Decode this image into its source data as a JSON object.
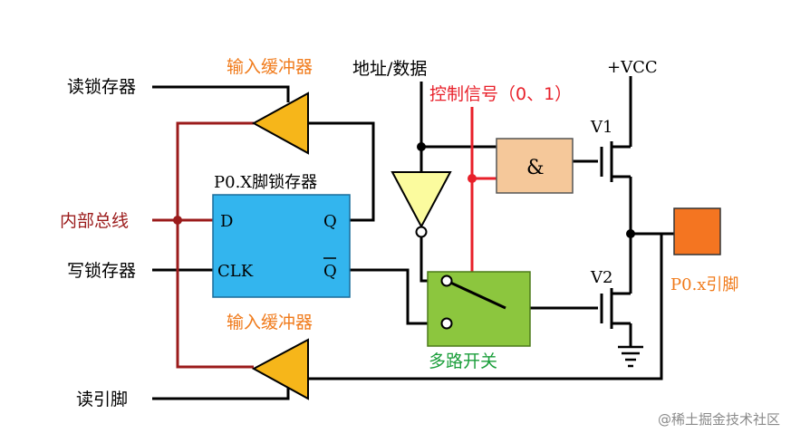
{
  "labels": {
    "read_latch": "读锁存器",
    "input_buffer_top": "输入缓冲器",
    "addr_data": "地址/数据",
    "vcc": "+VCC",
    "control_signal": "控制信号（0、1）",
    "v1": "V1",
    "latch_title": "P0.X脚锁存器",
    "internal_bus": "内部总线",
    "latch_d": "D",
    "latch_q": "Q",
    "latch_clk": "CLK",
    "latch_qbar": "Q",
    "and_symbol": "&",
    "write_latch": "写锁存器",
    "pin_label": "P0.x引脚",
    "v2": "V2",
    "input_buffer_bottom": "输入缓冲器",
    "mux_label": "多路开关",
    "read_pin": "读引脚",
    "watermark": "@稀土掘金技术社区"
  },
  "colors": {
    "wire": "#000000",
    "control": "#e8202a",
    "bus": "#9b1b1b",
    "label_orange": "#f07a1a",
    "label_green": "#1a9e3a",
    "latch_fill": "#33b5ee",
    "and_fill": "#f5c89a",
    "mux_fill": "#8cc63e",
    "buffer_fill": "#f6b61a",
    "inverter_fill": "#fbfb9e",
    "pin_fill": "#f47521"
  }
}
